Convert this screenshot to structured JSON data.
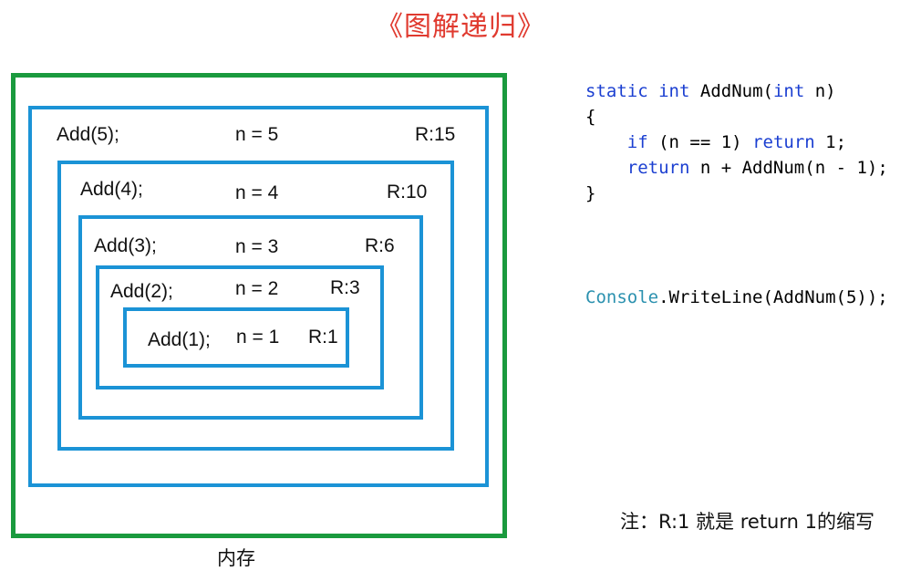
{
  "title": "《图解递归》",
  "memory_label": "内存",
  "frames": [
    {
      "call": "Add(5);",
      "n": "n = 5",
      "r": "R:15"
    },
    {
      "call": "Add(4);",
      "n": "n = 4",
      "r": "R:10"
    },
    {
      "call": "Add(3);",
      "n": "n = 3",
      "r": "R:6"
    },
    {
      "call": "Add(2);",
      "n": "n = 2",
      "r": "R:3"
    },
    {
      "call": "Add(1);",
      "n": "n = 1",
      "r": "R:1"
    }
  ],
  "code": {
    "l1_static": "static",
    "l1_int": "int",
    "l1_name": "AddNum(",
    "l1_int2": "int",
    "l1_param": "n)",
    "l2": "{",
    "l3_if": "if",
    "l3_cond": "(n == 1)",
    "l3_return": "return",
    "l3_val": "1;",
    "l4_return": "return",
    "l4_expr": "n + AddNum(n - 1);",
    "l5": "}",
    "call_class": "Console",
    "call_rest": ".WriteLine(AddNum(5));"
  },
  "note": "注：R:1 就是 return 1的缩写"
}
